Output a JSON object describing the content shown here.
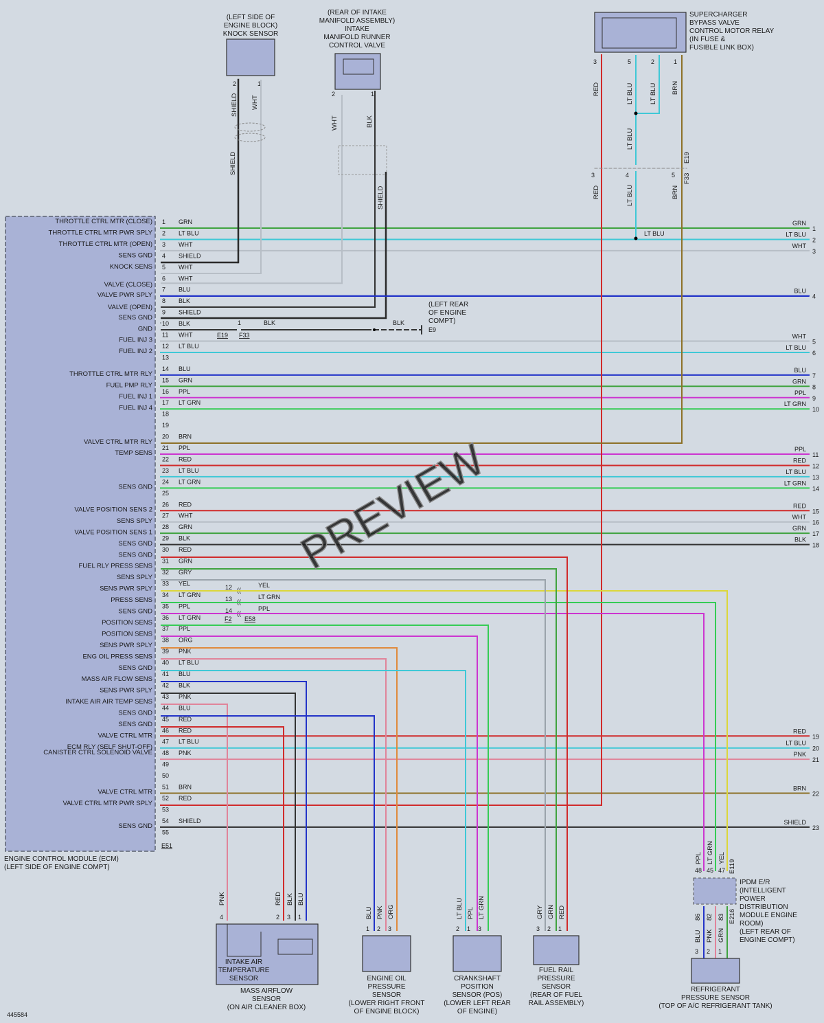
{
  "doc_id": "445584",
  "watermark": "PREVIEW",
  "colors": {
    "GRN": "#3fa33f",
    "LT BLU": "#3fc8d6",
    "WHT": "#b7bec6",
    "SHIELD": "#2a2a2a",
    "BLU": "#2233c8",
    "BLK": "#333333",
    "PPL": "#cc35d0",
    "LT GRN": "#35cc55",
    "BRN": "#8d7128",
    "RED": "#d02b2b",
    "GRY": "#9aa3ab",
    "YEL": "#dcd73a",
    "ORG": "#e08a3c",
    "PNK": "#e0849a"
  },
  "ecm": {
    "title": "ENGINE CONTROL MODULE (ECM)",
    "subtitle": "(LEFT SIDE OF ENGINE COMPT)",
    "connector": "E51",
    "functions": [
      {
        "label": "THROTTLE CTRL MTR (CLOSE)",
        "pin": 1
      },
      {
        "label": "THROTTLE CTRL MTR PWR SPLY",
        "pin": 2
      },
      {
        "label": "THROTTLE CTRL MTR (OPEN)",
        "pin": 3
      },
      {
        "label": "SENS GND",
        "pin": 4
      },
      {
        "label": "KNOCK SENS",
        "pin": 5
      },
      {
        "label": "VALVE (CLOSE)",
        "pin": 6.6
      },
      {
        "label": "VALVE PWR SPLY",
        "pin": 7.5
      },
      {
        "label": "VALVE (OPEN)",
        "pin": 8.6
      },
      {
        "label": "SENS GND",
        "pin": 9.5
      },
      {
        "label": "GND",
        "pin": 10.5
      },
      {
        "label": "FUEL INJ 3",
        "pin": 11.5
      },
      {
        "label": "FUEL INJ 2",
        "pin": 12.5
      },
      {
        "label": "THROTTLE CTRL MTR RLY",
        "pin": 14.5
      },
      {
        "label": "FUEL PMP RLY",
        "pin": 15.5
      },
      {
        "label": "FUEL INJ 1",
        "pin": 16.5
      },
      {
        "label": "FUEL INJ 4",
        "pin": 17.5
      },
      {
        "label": "VALVE CTRL MTR RLY",
        "pin": 20.5
      },
      {
        "label": "TEMP SENS",
        "pin": 21.5
      },
      {
        "label": "SENS GND",
        "pin": 24.5
      },
      {
        "label": "VALVE POSITION SENS 2",
        "pin": 26.5
      },
      {
        "label": "SENS SPLY",
        "pin": 27.5
      },
      {
        "label": "VALVE POSITION SENS 1",
        "pin": 28.5
      },
      {
        "label": "SENS GND",
        "pin": 29.5
      },
      {
        "label": "SENS GND",
        "pin": 30.5
      },
      {
        "label": "FUEL RLY PRESS SENS",
        "pin": 31.5
      },
      {
        "label": "SENS SPLY",
        "pin": 32.5
      },
      {
        "label": "SENS PWR SPLY",
        "pin": 33.5
      },
      {
        "label": "PRESS SENS",
        "pin": 34.5
      },
      {
        "label": "SENS GND",
        "pin": 35.5
      },
      {
        "label": "POSITION SENS",
        "pin": 36.5
      },
      {
        "label": "POSITION SENS",
        "pin": 37.5
      },
      {
        "label": "SENS PWR SPLY",
        "pin": 38.5
      },
      {
        "label": "ENG OIL PRESS SENS",
        "pin": 39.5
      },
      {
        "label": "SENS GND",
        "pin": 40.5
      },
      {
        "label": "MASS AIR FLOW SENS",
        "pin": 41.5
      },
      {
        "label": "SENS PWR SPLY",
        "pin": 42.5
      },
      {
        "label": "INTAKE AIR AIR TEMP SENS",
        "pin": 43.5
      },
      {
        "label": "SENS GND",
        "pin": 44.5
      },
      {
        "label": "SENS GND",
        "pin": 45.5
      },
      {
        "label": "VALVE CTRL MTR",
        "pin": 46.5
      },
      {
        "label": "ECM RLY (SELF SHUT-OFF)",
        "pin": 47.5
      },
      {
        "label": "CANISTER CTRL SOLENOID VALVE",
        "pin": 48
      },
      {
        "label": "VALVE CTRL MTR",
        "pin": 51.5
      },
      {
        "label": "VALVE CTRL MTR PWR SPLY",
        "pin": 52.5
      },
      {
        "label": "SENS GND",
        "pin": 54.5
      }
    ],
    "pins": [
      {
        "n": "1",
        "c": "GRN",
        "right": "1"
      },
      {
        "n": "2",
        "c": "LT BLU",
        "right": "2",
        "mid": "LT BLU"
      },
      {
        "n": "3",
        "c": "WHT",
        "right": "3"
      },
      {
        "n": "4",
        "c": "SHIELD"
      },
      {
        "n": "5",
        "c": "WHT"
      },
      {
        "n": "6",
        "c": "WHT"
      },
      {
        "n": "7",
        "c": "BLU",
        "right": "4"
      },
      {
        "n": "8",
        "c": "BLK"
      },
      {
        "n": "9",
        "c": "SHIELD"
      },
      {
        "n": "10",
        "c": "BLK"
      },
      {
        "n": "11",
        "c": "WHT",
        "right": "5"
      },
      {
        "n": "12",
        "c": "LT BLU",
        "right": "6"
      },
      {
        "n": "13",
        "c": ""
      },
      {
        "n": "14",
        "c": "BLU",
        "right": "7"
      },
      {
        "n": "15",
        "c": "GRN",
        "right": "8"
      },
      {
        "n": "16",
        "c": "PPL",
        "right": "9"
      },
      {
        "n": "17",
        "c": "LT GRN",
        "right": "10"
      },
      {
        "n": "18",
        "c": ""
      },
      {
        "n": "19",
        "c": ""
      },
      {
        "n": "20",
        "c": "BRN"
      },
      {
        "n": "21",
        "c": "PPL",
        "right": "11"
      },
      {
        "n": "22",
        "c": "RED",
        "right": "12"
      },
      {
        "n": "23",
        "c": "LT BLU",
        "right": "13"
      },
      {
        "n": "24",
        "c": "LT GRN",
        "right": "14"
      },
      {
        "n": "25",
        "c": ""
      },
      {
        "n": "26",
        "c": "RED",
        "right": "15"
      },
      {
        "n": "27",
        "c": "WHT",
        "right": "16"
      },
      {
        "n": "28",
        "c": "GRN",
        "right": "17"
      },
      {
        "n": "29",
        "c": "BLK",
        "right": "18"
      },
      {
        "n": "30",
        "c": "RED"
      },
      {
        "n": "31",
        "c": "GRN"
      },
      {
        "n": "32",
        "c": "GRY"
      },
      {
        "n": "33",
        "c": "YEL"
      },
      {
        "n": "34",
        "c": "LT GRN"
      },
      {
        "n": "35",
        "c": "PPL"
      },
      {
        "n": "36",
        "c": "LT GRN"
      },
      {
        "n": "37",
        "c": "PPL"
      },
      {
        "n": "38",
        "c": "ORG"
      },
      {
        "n": "39",
        "c": "PNK"
      },
      {
        "n": "40",
        "c": "LT BLU"
      },
      {
        "n": "41",
        "c": "BLU"
      },
      {
        "n": "42",
        "c": "BLK"
      },
      {
        "n": "43",
        "c": "PNK"
      },
      {
        "n": "44",
        "c": "BLU"
      },
      {
        "n": "45",
        "c": "RED"
      },
      {
        "n": "46",
        "c": "RED"
      },
      {
        "n": "47",
        "c": "LT BLU",
        "right": "20"
      },
      {
        "n": "48",
        "c": "PNK",
        "right": "21"
      },
      {
        "n": "49",
        "c": ""
      },
      {
        "n": "50",
        "c": ""
      },
      {
        "n": "51",
        "c": "BRN",
        "right": "22"
      },
      {
        "n": "52",
        "c": "RED"
      },
      {
        "n": "53",
        "c": ""
      },
      {
        "n": "54",
        "c": "SHIELD",
        "right": "23"
      },
      {
        "n": "55",
        "c": ""
      }
    ],
    "extra_right": [
      {
        "after": "46",
        "c": "RED",
        "right": "19"
      }
    ]
  },
  "components": {
    "knock": {
      "title": [
        "(LEFT SIDE OF",
        "ENGINE BLOCK)",
        "KNOCK SENSOR"
      ],
      "pins": [
        "2",
        "1"
      ],
      "wires": [
        "SHIELD",
        "WHT"
      ],
      "shield": "SHIELD"
    },
    "runner": {
      "title": [
        "(REAR OF INTAKE",
        "MANIFOLD ASSEMBLY)",
        "INTAKE",
        "MANIFOLD RUNNER",
        "CONTROL VALVE"
      ],
      "pins": [
        "2",
        "1"
      ],
      "wires": [
        "WHT",
        "BLK"
      ],
      "shield": "SHIELD"
    },
    "relay": {
      "title": [
        "SUPERCHARGER",
        "BYPASS VALVE",
        "CONTROL MOTOR RELAY",
        "(IN FUSE &",
        "FUSIBLE LINK BOX)"
      ],
      "pins": [
        "3",
        "5",
        "2",
        "1"
      ],
      "wires": [
        "RED",
        "LT BLU",
        "LT BLU",
        "BRN"
      ],
      "lower_pins": [
        "3",
        "4",
        "5"
      ],
      "lower_wires": [
        "RED",
        "LT BLU",
        "BRN"
      ],
      "mid_wire": "LT BLU",
      "conn_a": "E19",
      "conn_b": "F33"
    },
    "gnd": {
      "label": [
        "(LEFT REAR",
        "OF ENGINE",
        "COMPT)"
      ],
      "ref": "E9",
      "wire1": "BLK",
      "wire2": "BLK",
      "pin": "1",
      "conn_a": "E19",
      "conn_b": "F33"
    },
    "ipdm_splice": {
      "pins": [
        "12",
        "13",
        "14"
      ],
      "wires": [
        "YEL",
        "LT GRN",
        "PPL"
      ],
      "conn_a": "F2",
      "conn_b": "E58"
    },
    "maf": {
      "title": [
        "MASS AIRFLOW",
        "SENSOR",
        "(ON AIR CLEANER BOX)"
      ],
      "inner": [
        "INTAKE AIR",
        "TEMPERATURE",
        "SENSOR"
      ],
      "pins": [
        "4",
        "2",
        "3",
        "1"
      ],
      "wires": [
        "PNK",
        "RED",
        "BLK",
        "BLU"
      ]
    },
    "eop": {
      "title": [
        "ENGINE OIL",
        "PRESSURE",
        "SENSOR",
        "(LOWER RIGHT FRONT",
        "OF ENGINE BLOCK)"
      ],
      "pins": [
        "1",
        "2",
        "3"
      ],
      "wires": [
        "BLU",
        "PNK",
        "ORG"
      ]
    },
    "ckp": {
      "title": [
        "CRANKSHAFT",
        "POSITION",
        "SENSOR (POS)",
        "(LOWER LEFT REAR",
        "OF ENGINE)"
      ],
      "pins": [
        "2",
        "1",
        "3"
      ],
      "wires": [
        "LT BLU",
        "PPL",
        "LT GRN"
      ]
    },
    "frp": {
      "title": [
        "FUEL RAIL",
        "PRESSURE",
        "SENSOR",
        "(REAR OF FUEL",
        "RAIL ASSEMBLY)"
      ],
      "pins": [
        "3",
        "2",
        "1"
      ],
      "wires": [
        "GRY",
        "GRN",
        "RED"
      ]
    },
    "ipdm": {
      "title": [
        "IPDM E/R",
        "(INTELLIGENT",
        "POWER",
        "DISTRIBUTION",
        "MODULE ENGINE",
        "ROOM)",
        "(LEFT REAR OF",
        "ENGINE COMPT)"
      ],
      "top_pins": [
        "48",
        "45",
        "47"
      ],
      "top_wires": [
        "PPL",
        "LT GRN",
        "YEL"
      ],
      "top_conn": "E119",
      "bot_pins": [
        "86",
        "82",
        "83"
      ],
      "bot_wires": [
        "BLU",
        "PNK",
        "GRN"
      ],
      "bot_conn": "E216"
    },
    "refrig": {
      "title": [
        "REFRIGERANT",
        "PRESSURE SENSOR",
        "(TOP OF A/C REFRIGERANT TANK)"
      ],
      "pins": [
        "3",
        "2",
        "1"
      ]
    }
  }
}
